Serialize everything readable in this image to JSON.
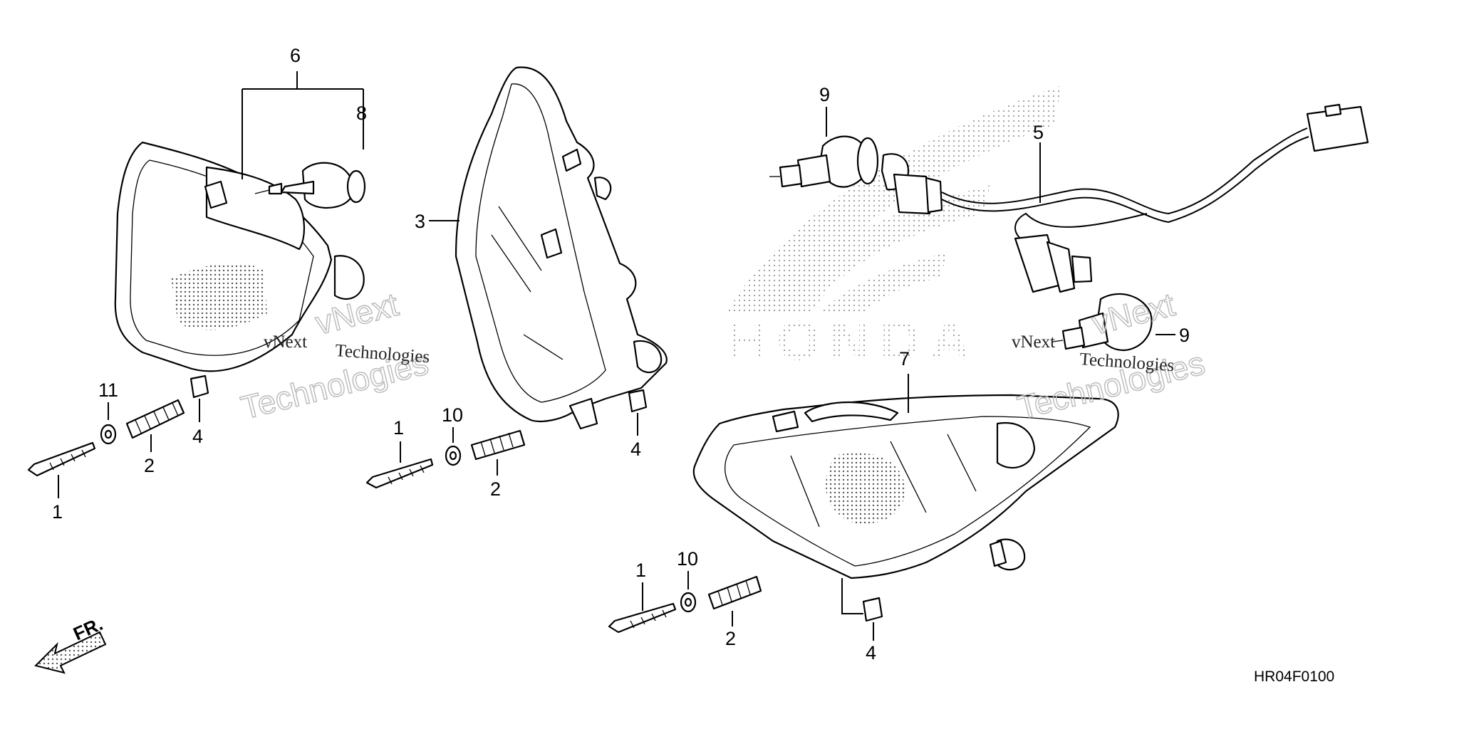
{
  "diagram": {
    "callouts": [
      {
        "id": "c6",
        "text": "6"
      },
      {
        "id": "c8",
        "text": "8"
      },
      {
        "id": "c3",
        "text": "3"
      },
      {
        "id": "c9a",
        "text": "9"
      },
      {
        "id": "c5",
        "text": "5"
      },
      {
        "id": "c9b",
        "text": "9"
      },
      {
        "id": "c7",
        "text": "7"
      },
      {
        "id": "c11",
        "text": "11"
      },
      {
        "id": "c4a",
        "text": "4"
      },
      {
        "id": "c2a",
        "text": "2"
      },
      {
        "id": "c1a",
        "text": "1"
      },
      {
        "id": "c1b",
        "text": "1"
      },
      {
        "id": "c10a",
        "text": "10"
      },
      {
        "id": "c2b",
        "text": "2"
      },
      {
        "id": "c4b",
        "text": "4"
      },
      {
        "id": "c1c",
        "text": "1"
      },
      {
        "id": "c10b",
        "text": "10"
      },
      {
        "id": "c2c",
        "text": "2"
      },
      {
        "id": "c4c",
        "text": "4"
      }
    ],
    "front_arrow_label": "FR.",
    "diagram_code": "HR04F0100",
    "brand_background_text": "HONDA",
    "watermark": {
      "line1": "vNext",
      "line2": "Technologies"
    }
  }
}
